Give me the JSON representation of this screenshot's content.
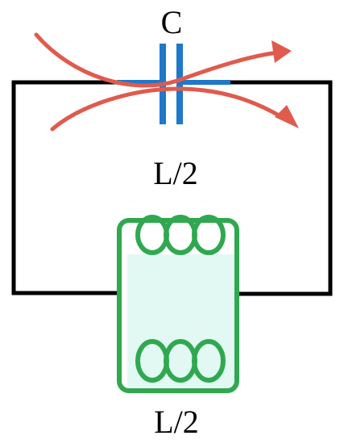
{
  "labels": {
    "capacitor": "C",
    "inductor_top": "L/2",
    "inductor_bottom": "L/2"
  },
  "colors": {
    "wire": "#000000",
    "capacitor": "#1f78c8",
    "inductor": "#2fa84f",
    "inductor_glow": "#dff7f2",
    "arrows": "#e05a4e"
  },
  "icons": {
    "capacitor": "capacitor-symbol",
    "inductor": "coil-symbol",
    "field": "curved-arrow"
  }
}
